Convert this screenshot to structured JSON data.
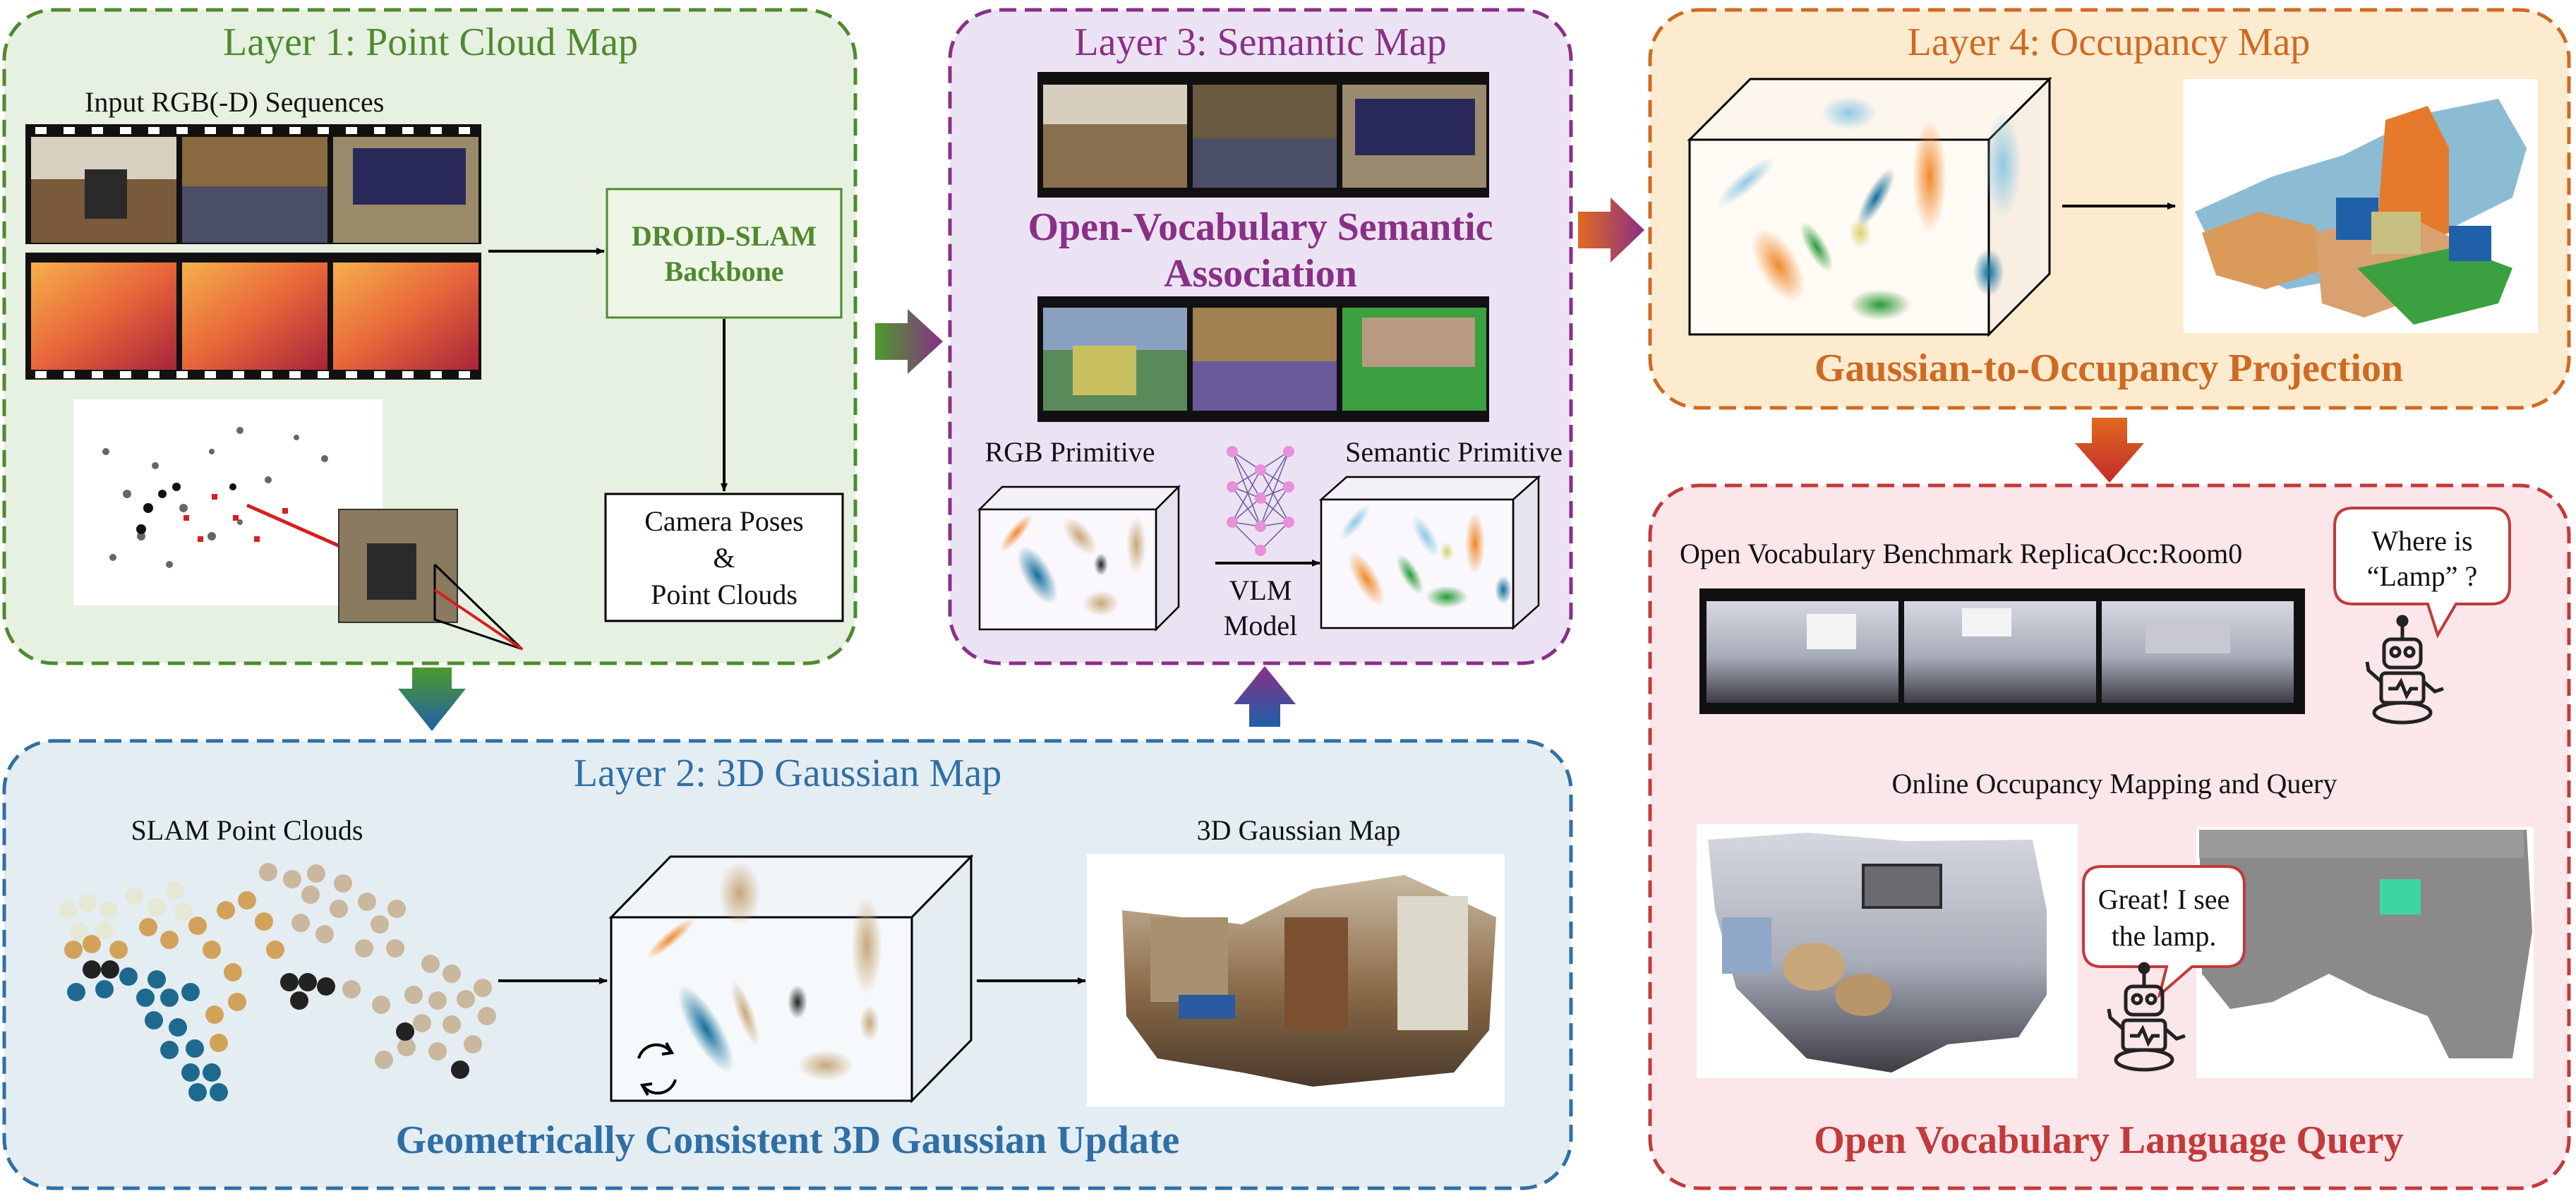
{
  "layer1": {
    "title": "Layer 1: Point Cloud Map",
    "input_label": "Input RGB(-D) Sequences",
    "backbone_line1": "DROID-SLAM",
    "backbone_line2": "Backbone",
    "output_line1": "Camera Poses",
    "output_line2": "&",
    "output_line3": "Point Clouds"
  },
  "layer2": {
    "title": "Layer 2: 3D Gaussian Map",
    "slam_label": "SLAM Point Clouds",
    "map_label": "3D Gaussian Map",
    "caption": "Geometrically Consistent 3D Gaussian Update"
  },
  "layer3": {
    "title": "Layer 3: Semantic Map",
    "assoc_line1": "Open-Vocabulary Semantic",
    "assoc_line2": "Association",
    "rgb_label": "RGB Primitive",
    "sem_label": "Semantic Primitive",
    "vlm_line1": "VLM",
    "vlm_line2": "Model"
  },
  "layer4": {
    "title": "Layer 4: Occupancy Map",
    "caption": "Gaussian-to-Occupancy Projection"
  },
  "query": {
    "benchmark_label": "Open Vocabulary Benchmark ReplicaOcc:Room0",
    "bubble1_line1": "Where is",
    "bubble1_line2": "“Lamp” ?",
    "online_label": "Online Occupancy Mapping and Query",
    "bubble2_line1": "Great! I see",
    "bubble2_line2": "the lamp.",
    "caption": "Open Vocabulary Language Query"
  },
  "colors": {
    "layer1_border": "#4e8a2e",
    "layer1_fill": "#e7f1e1",
    "layer2_border": "#2f6fa6",
    "layer2_fill": "#e4edf2",
    "layer3_border": "#8a2f86",
    "layer3_fill": "#ebe3f4",
    "layer4_border": "#cf6a22",
    "layer4_fill": "#fcebcf",
    "query_border": "#c23a3a",
    "query_fill": "#fbe6ea"
  }
}
